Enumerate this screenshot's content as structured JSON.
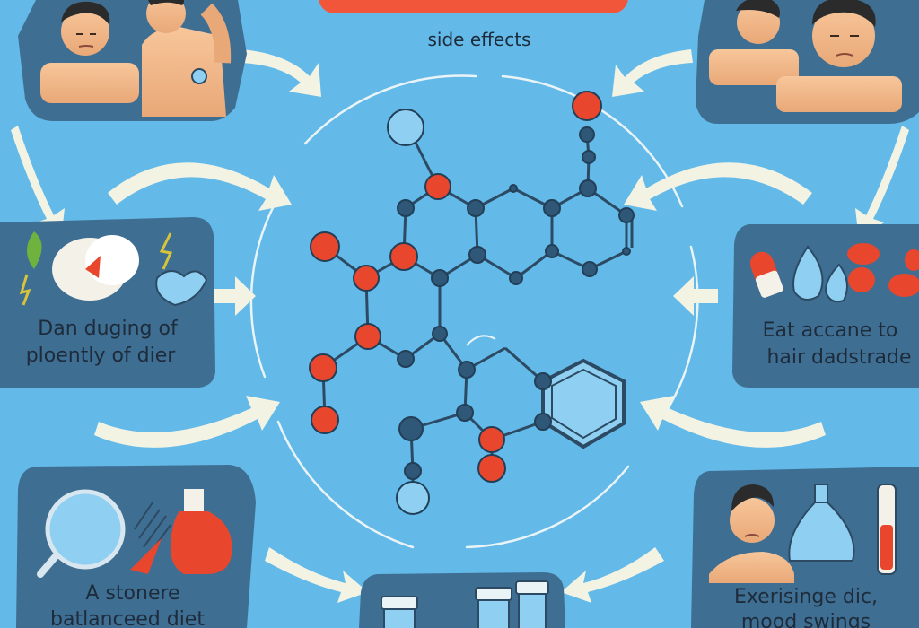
{
  "header": {
    "subtitle": "side effects"
  },
  "panels": {
    "left_middle": {
      "line1": "Dan duging of",
      "line2": "ploently of dier"
    },
    "right_middle": {
      "line1": "Eat accane to",
      "line2": "hair dadstrade"
    },
    "bottom_left": {
      "line1": "A stonere",
      "line2": "batlanceed diet"
    },
    "bottom_right": {
      "line1": "Exerisinge dic,",
      "line2": "mood swings"
    }
  },
  "colors": {
    "background": "#63b9e8",
    "panel": "#3f6e93",
    "banner": "#f2563a",
    "atom_dark": "#2f5778",
    "atom_red": "#e8472d",
    "atom_light": "#8fd0f2",
    "arrow": "#f3f3e4"
  }
}
